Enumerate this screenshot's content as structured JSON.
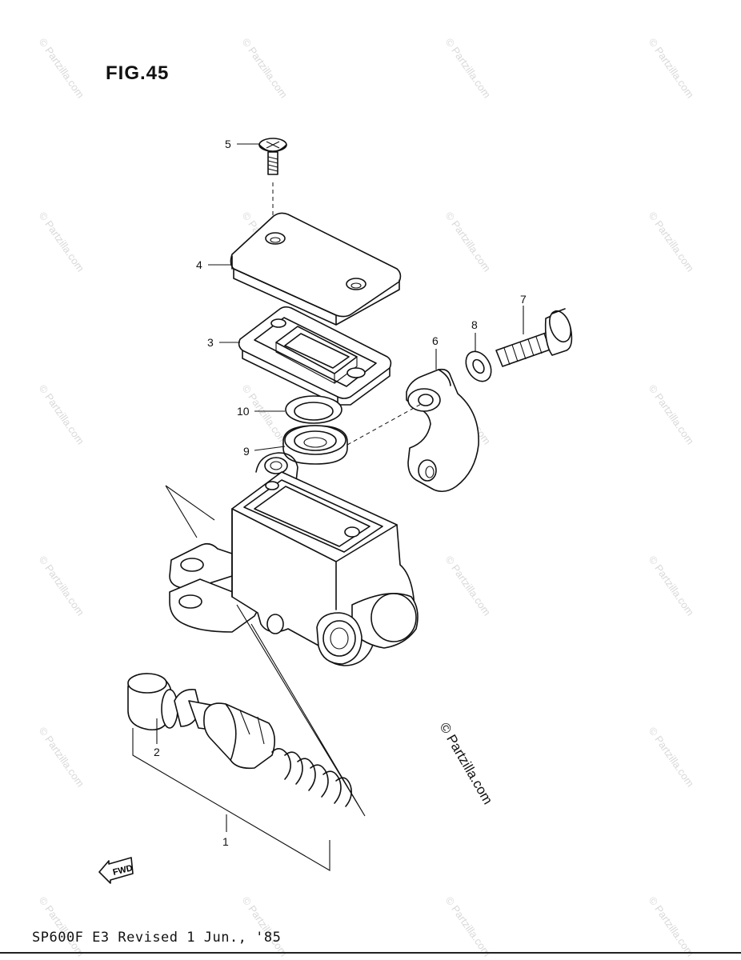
{
  "figure": {
    "title": "FIG.45"
  },
  "footer": {
    "model": "SP600F E3",
    "revision": "Revised 1 Jun., '85"
  },
  "copyright": "© Partzilla.com",
  "watermark_text": "© Partzilla.com",
  "callouts": [
    "1",
    "2",
    "3",
    "4",
    "5",
    "6",
    "7",
    "8",
    "9",
    "10"
  ],
  "direction_mark": "FWD"
}
